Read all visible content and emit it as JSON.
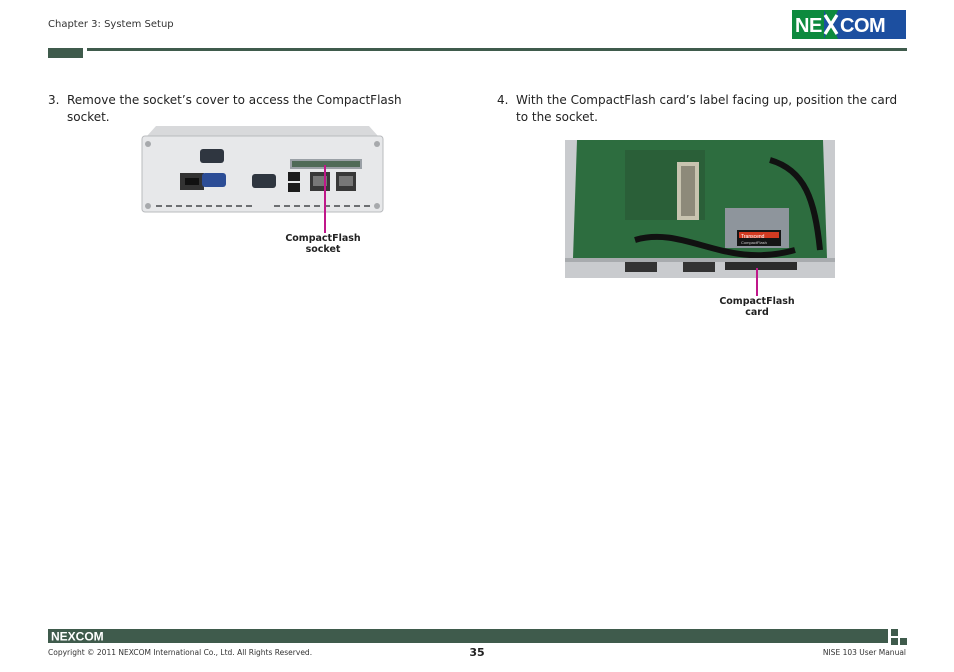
{
  "header": {
    "chapter": "Chapter 3: System Setup",
    "logo_text": "NEXCOM"
  },
  "steps": [
    {
      "number": "3.",
      "text": "Remove the socket’s cover to access the CompactFlash socket."
    },
    {
      "number": "4.",
      "text": "With the CompactFlash card’s label facing up, position the card to the socket."
    }
  ],
  "figures": {
    "fig1_callout_line1": "CompactFlash",
    "fig1_callout_line2": "socket",
    "fig2_callout_line1": "CompactFlash",
    "fig2_callout_line2": "card",
    "card_brand": "Transcend",
    "card_label": "CompactFlash"
  },
  "footer": {
    "logo_text": "NEXCOM",
    "copyright": "Copyright © 2011 NEXCOM International Co., Ltd. All Rights Reserved.",
    "page_number": "35",
    "manual": "NISE 103 User Manual"
  },
  "colors": {
    "bar": "#3f5b4c",
    "logo_green": "#0d8a3e",
    "logo_blue": "#1c4fa0",
    "callout": "#c0178a"
  }
}
